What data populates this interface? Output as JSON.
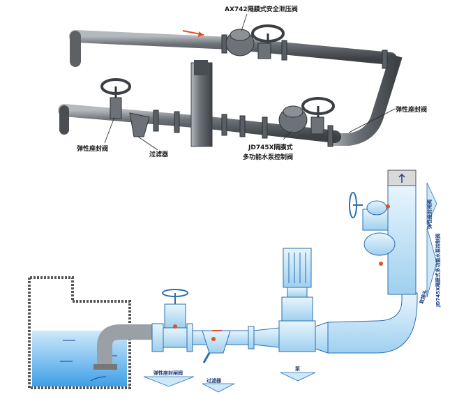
{
  "top_diagram": {
    "labels": {
      "safety_relief_valve": "AX742隔膜式安全泄压阀",
      "resilient_seat_valve_left": "弹性座封阀",
      "filter": "过滤器",
      "pump_control_valve_line1": "JD745X隔膜式",
      "pump_control_valve_line2": "多功能水泵控制阀",
      "resilient_seat_valve_right": "弹性座封阀"
    },
    "colors": {
      "pipe": "#5d6166",
      "pipe_light": "#9aa0a6",
      "arrow": "#e0502a"
    }
  },
  "bottom_diagram": {
    "labels": {
      "resilient_gate_valve": "弹性座封闸阀",
      "filter": "过滤器",
      "pump": "泵",
      "check_valve": "软接头",
      "pump_control_valve": "JD745X隔膜式多功能水泵控制阀",
      "resilient_seat_valve": "弹性座封闸阀"
    },
    "colors": {
      "line": "#2a6fb0",
      "fill": "#cfe8f7",
      "water": "#4aa9e8",
      "arrow": "#e0502a",
      "tank_edge": "#333333"
    }
  }
}
